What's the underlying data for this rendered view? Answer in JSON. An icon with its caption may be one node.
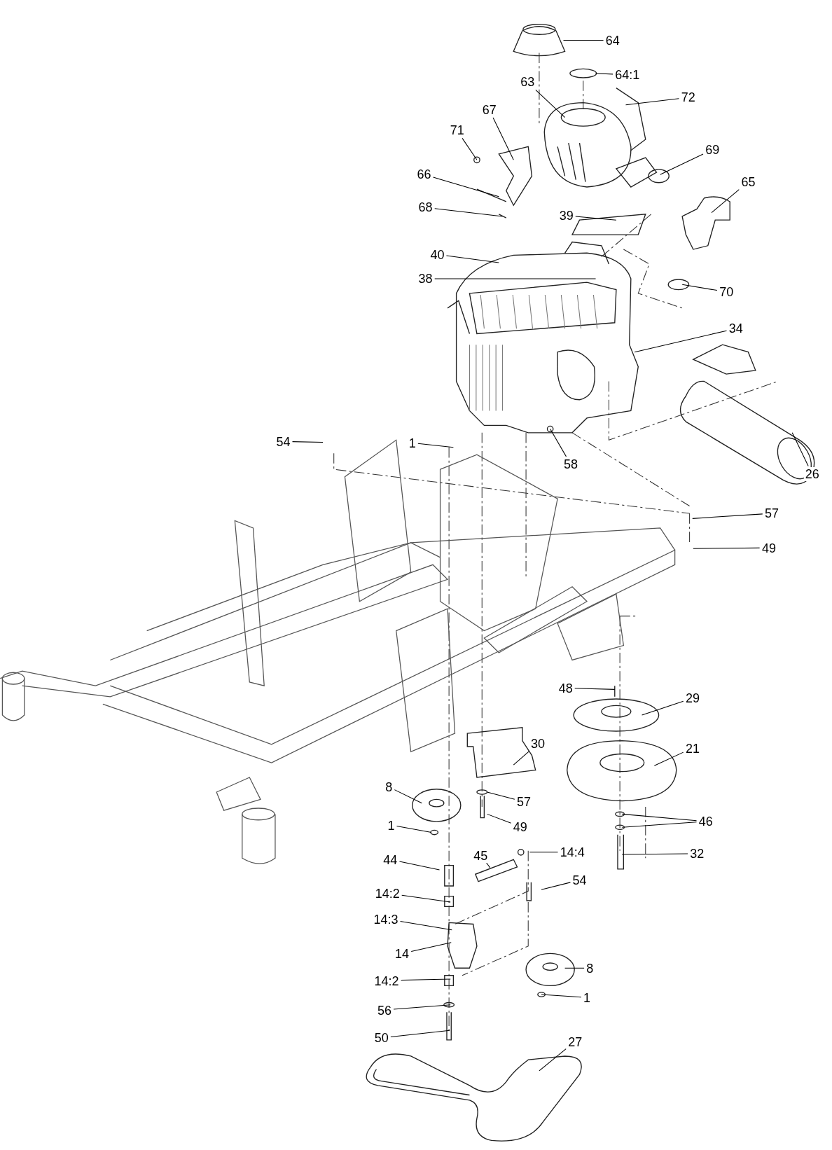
{
  "diagram": {
    "nodes": [
      {
        "text": [
          "64"
        ]
      },
      {
        "text": [
          "64:1"
        ]
      },
      {
        "text": [
          "63"
        ]
      },
      {
        "text": [
          "72"
        ]
      },
      {
        "text": [
          "67"
        ]
      },
      {
        "text": [
          "71"
        ]
      },
      {
        "text": [
          "69"
        ]
      },
      {
        "text": [
          "66"
        ]
      },
      {
        "text": [
          "65"
        ]
      },
      {
        "text": [
          "68"
        ]
      },
      {
        "text": [
          "39"
        ]
      },
      {
        "text": [
          "40"
        ]
      },
      {
        "text": [
          "38"
        ]
      },
      {
        "text": [
          "70"
        ]
      },
      {
        "text": [
          "34"
        ]
      },
      {
        "text": [
          "26"
        ]
      },
      {
        "text": [
          "54"
        ]
      },
      {
        "text": [
          "1"
        ]
      },
      {
        "text": [
          "58"
        ]
      },
      {
        "text": [
          "57"
        ]
      },
      {
        "text": [
          "49"
        ]
      },
      {
        "text": [
          "48"
        ]
      },
      {
        "text": [
          "29"
        ]
      },
      {
        "text": [
          "30"
        ]
      },
      {
        "text": [
          "21"
        ]
      },
      {
        "text": [
          "8"
        ]
      },
      {
        "text": [
          "57"
        ]
      },
      {
        "text": [
          "49"
        ]
      },
      {
        "text": [
          "1"
        ]
      },
      {
        "text": [
          "46"
        ]
      },
      {
        "text": [
          "14:4"
        ]
      },
      {
        "text": [
          "32"
        ]
      },
      {
        "text": [
          "44"
        ]
      },
      {
        "text": [
          "45"
        ]
      },
      {
        "text": [
          "54"
        ]
      },
      {
        "text": [
          "14:2"
        ]
      },
      {
        "text": [
          "14:3"
        ]
      },
      {
        "text": [
          "14"
        ]
      },
      {
        "text": [
          "8"
        ]
      },
      {
        "text": [
          "14:2"
        ]
      },
      {
        "text": [
          "1"
        ]
      },
      {
        "text": [
          "56"
        ]
      },
      {
        "text": [
          "50"
        ]
      },
      {
        "text": [
          "27"
        ]
      }
    ],
    "edges": [
      {
        "from": 0,
        "to": null,
        "arrow": "none"
      },
      {
        "from": 1,
        "to": null,
        "arrow": "none"
      },
      {
        "from": 2,
        "to": null,
        "arrow": "none"
      },
      {
        "from": 3,
        "to": null,
        "arrow": "none"
      },
      {
        "from": 4,
        "to": null,
        "arrow": "none"
      },
      {
        "from": 5,
        "to": null,
        "arrow": "none"
      },
      {
        "from": 6,
        "to": null,
        "arrow": "none"
      },
      {
        "from": 7,
        "to": null,
        "arrow": "none"
      },
      {
        "from": 8,
        "to": null,
        "arrow": "none"
      },
      {
        "from": 9,
        "to": null,
        "arrow": "none"
      },
      {
        "from": 10,
        "to": null,
        "arrow": "none"
      },
      {
        "from": 11,
        "to": null,
        "arrow": "none"
      },
      {
        "from": 12,
        "to": null,
        "arrow": "none"
      },
      {
        "from": 13,
        "to": null,
        "arrow": "none"
      },
      {
        "from": 14,
        "to": null,
        "arrow": "none"
      },
      {
        "from": 15,
        "to": null,
        "arrow": "none"
      },
      {
        "from": 16,
        "to": null,
        "arrow": "none"
      },
      {
        "from": 17,
        "to": null,
        "arrow": "none"
      },
      {
        "from": 18,
        "to": null,
        "arrow": "none"
      },
      {
        "from": 19,
        "to": null,
        "arrow": "none"
      },
      {
        "from": 20,
        "to": null,
        "arrow": "none"
      },
      {
        "from": 21,
        "to": null,
        "arrow": "none"
      },
      {
        "from": 22,
        "to": null,
        "arrow": "none"
      },
      {
        "from": 23,
        "to": null,
        "arrow": "none"
      },
      {
        "from": 24,
        "to": null,
        "arrow": "none"
      },
      {
        "from": 25,
        "to": null,
        "arrow": "none"
      },
      {
        "from": 26,
        "to": null,
        "arrow": "none"
      },
      {
        "from": 27,
        "to": null,
        "arrow": "none"
      },
      {
        "from": 28,
        "to": null,
        "arrow": "none"
      },
      {
        "from": 29,
        "to": null,
        "arrow": "none"
      },
      {
        "from": 29,
        "to": null,
        "arrow": "none"
      },
      {
        "from": 30,
        "to": null,
        "arrow": "none"
      },
      {
        "from": 31,
        "to": null,
        "arrow": "none"
      },
      {
        "from": 32,
        "to": null,
        "arrow": "none"
      },
      {
        "from": 33,
        "to": null,
        "arrow": "none"
      },
      {
        "from": 34,
        "to": null,
        "arrow": "none"
      },
      {
        "from": 35,
        "to": null,
        "arrow": "none"
      },
      {
        "from": 36,
        "to": null,
        "arrow": "none"
      },
      {
        "from": 37,
        "to": null,
        "arrow": "none"
      },
      {
        "from": 38,
        "to": null,
        "arrow": "none"
      },
      {
        "from": 39,
        "to": null,
        "arrow": "none"
      },
      {
        "from": 40,
        "to": null,
        "arrow": "none"
      },
      {
        "from": 41,
        "to": null,
        "arrow": "none"
      },
      {
        "from": 42,
        "to": null,
        "arrow": "none"
      },
      {
        "from": 43,
        "to": null,
        "arrow": "none"
      }
    ]
  }
}
